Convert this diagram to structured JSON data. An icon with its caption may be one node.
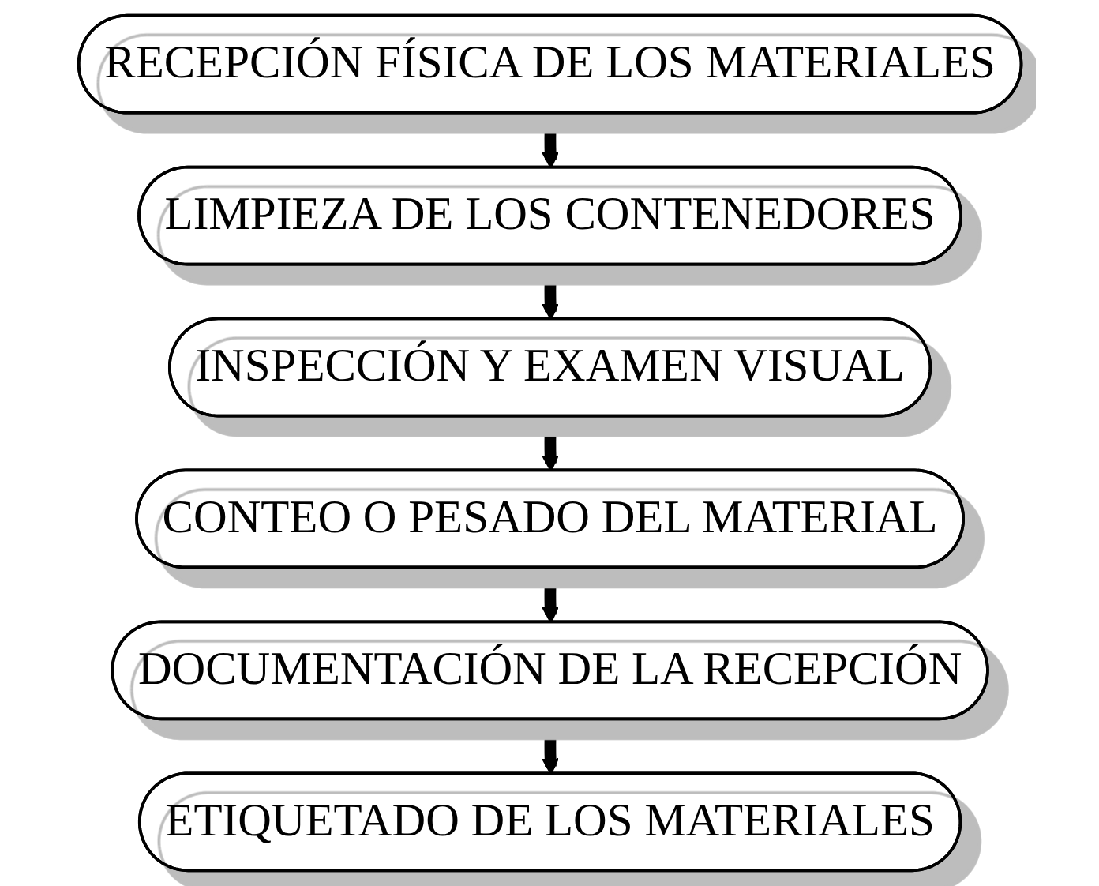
{
  "diagram": {
    "nodes": [
      {
        "text": [
          "RECEPCIÓN FÍSICA DE LOS MATERIALES"
        ]
      },
      {
        "text": [
          "LIMPIEZA DE LOS CONTENEDORES"
        ]
      },
      {
        "text": [
          "INSPECCIÓN Y EXAMEN VISUAL"
        ]
      },
      {
        "text": [
          "CONTEO O PESADO DEL MATERIAL"
        ]
      },
      {
        "text": [
          "DOCUMENTACIÓN DE LA RECEPCIÓN"
        ]
      },
      {
        "text": [
          "ETIQUETADO DE LOS MATERIALES"
        ]
      }
    ],
    "edges": [
      {
        "from": 0,
        "to": 1,
        "arrow": "to"
      },
      {
        "from": 1,
        "to": 2,
        "arrow": "to"
      },
      {
        "from": 2,
        "to": 3,
        "arrow": "to"
      },
      {
        "from": 3,
        "to": 4,
        "arrow": "to"
      },
      {
        "from": 4,
        "to": 5,
        "arrow": "to"
      }
    ]
  }
}
